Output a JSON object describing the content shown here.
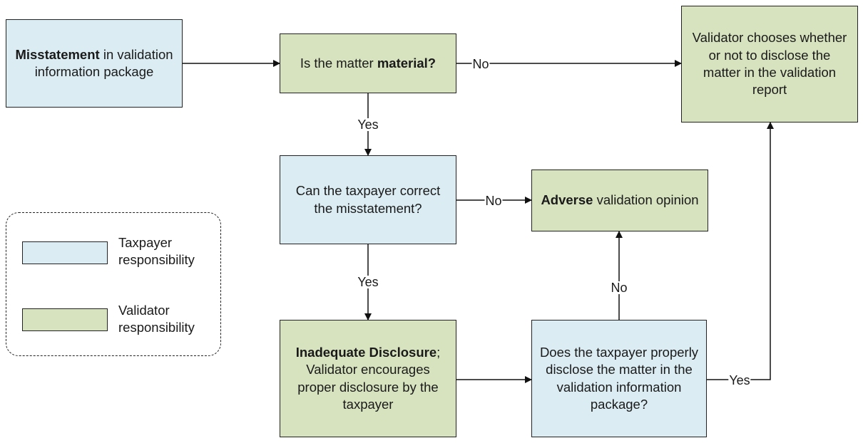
{
  "nodes": {
    "misstatement": {
      "bold": "Misstatement",
      "rest": " in validation information package",
      "color": "#dbedf3"
    },
    "material": {
      "pre": "Is the matter ",
      "bold": "material?",
      "color": "#d7e3bf"
    },
    "validator_chooses": {
      "text": "Validator chooses whether or not to disclose the matter in the validation report",
      "color": "#d7e3bf"
    },
    "correct": {
      "text": "Can the taxpayer correct the misstatement?",
      "color": "#dbedf3"
    },
    "adverse": {
      "bold": "Adverse",
      "rest": " validation opinion",
      "color": "#d7e3bf"
    },
    "inadequate": {
      "bold": "Inadequate Disclosure",
      "rest": "; Validator encourages proper disclosure by the taxpayer",
      "color": "#d7e3bf"
    },
    "properly": {
      "text": "Does the taxpayer properly disclose the matter in the validation information package?",
      "color": "#dbedf3"
    }
  },
  "edge_labels": {
    "material_no": "No",
    "material_yes": "Yes",
    "correct_no": "No",
    "correct_yes": "Yes",
    "properly_no": "No",
    "properly_yes": "Yes"
  },
  "legend": {
    "taxpayer": "Taxpayer responsibility",
    "validator": "Validator responsibility"
  }
}
